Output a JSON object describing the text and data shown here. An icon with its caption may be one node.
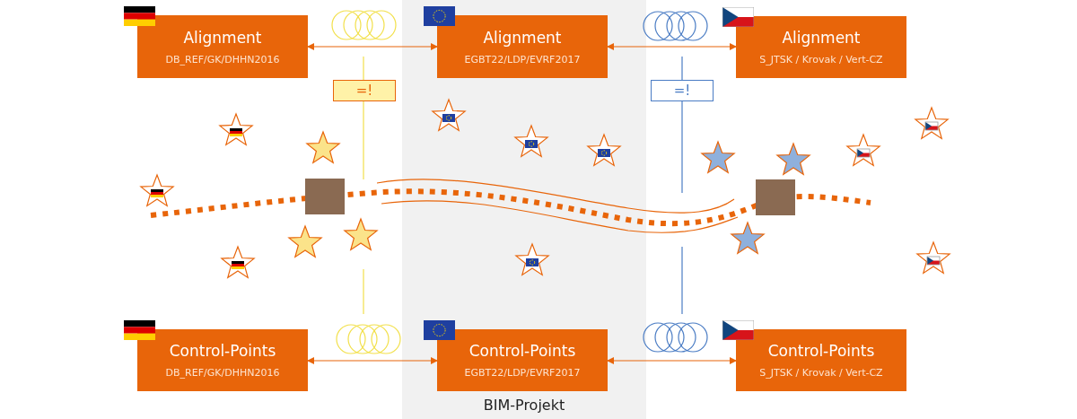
{
  "diagram": {
    "nodes": [
      {
        "text": [
          "Alignment",
          "DB_REF/GK/DHHN2016"
        ]
      },
      {
        "text": [
          "BIM-Projekt"
        ]
      },
      {
        "text": [
          "Alignment",
          "EGBT22/LDP/EVRF2017"
        ],
        "in": 1
      },
      {
        "text": [
          "Alignment",
          "S_JTSK / Krovak / Vert-CZ"
        ]
      },
      {
        "text": [
          "=!"
        ]
      },
      {
        "text": [
          "=!"
        ]
      },
      {
        "text": [
          "Control-Points",
          "DB_REF/GK/DHHN2016"
        ]
      },
      {
        "text": [
          "Control-Points",
          "EGBT22/LDP/EVRF2017"
        ],
        "in": 1
      },
      {
        "text": [
          "Control-Points",
          "S_JTSK / Krovak / Vert-CZ"
        ]
      }
    ],
    "edges": [
      {
        "from": 0,
        "to": 2,
        "arrow": "both"
      },
      {
        "from": 2,
        "to": 3,
        "arrow": "both"
      },
      {
        "from": 6,
        "to": 7,
        "arrow": "both"
      },
      {
        "from": 7,
        "to": 8,
        "arrow": "both"
      }
    ]
  }
}
